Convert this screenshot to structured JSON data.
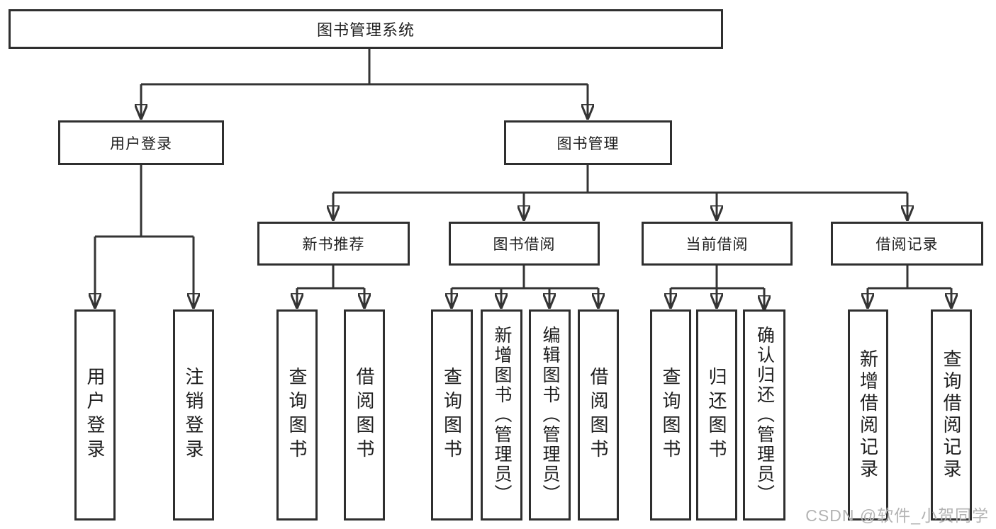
{
  "diagram": {
    "root": {
      "label": "图书管理系统"
    },
    "level2": [
      {
        "label": "用户登录",
        "children": [
          {
            "label": "用户登录"
          },
          {
            "label": "注销登录"
          }
        ]
      },
      {
        "label": "图书管理",
        "children": [
          {
            "label": "新书推荐",
            "children": [
              {
                "label": "查询图书"
              },
              {
                "label": "借阅图书"
              }
            ]
          },
          {
            "label": "图书借阅",
            "children": [
              {
                "label": "查询图书"
              },
              {
                "label": "新增图书（管理员）"
              },
              {
                "label": "编辑图书（管理员）"
              },
              {
                "label": "借阅图书"
              }
            ]
          },
          {
            "label": "当前借阅",
            "children": [
              {
                "label": "查询图书"
              },
              {
                "label": "归还图书"
              },
              {
                "label": "确认归还（管理员）"
              }
            ]
          },
          {
            "label": "借阅记录",
            "children": [
              {
                "label": "新增借阅记录"
              },
              {
                "label": "查询借阅记录"
              }
            ]
          }
        ]
      }
    ]
  },
  "watermark": {
    "text": "CSDN @软件_小贺同学"
  },
  "colors": {
    "line": "#343434",
    "box_border": "#2f2f2f",
    "text": "#1e1e1e",
    "watermark": "#b3b3b3",
    "background": "#ffffff"
  }
}
